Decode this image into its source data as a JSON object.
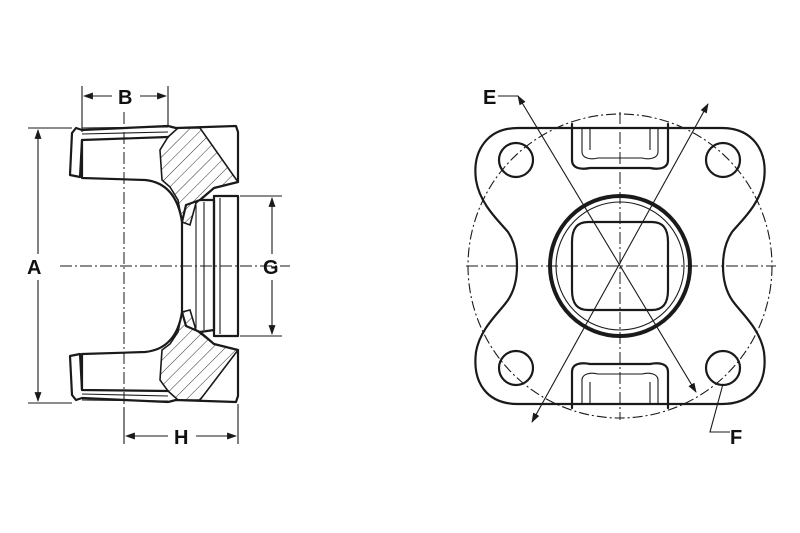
{
  "labels": {
    "a": "A",
    "b": "B",
    "e": "E",
    "f": "F",
    "g": "G",
    "h": "H"
  },
  "colors": {
    "line": "#1a1a1a",
    "background": "#ffffff"
  }
}
